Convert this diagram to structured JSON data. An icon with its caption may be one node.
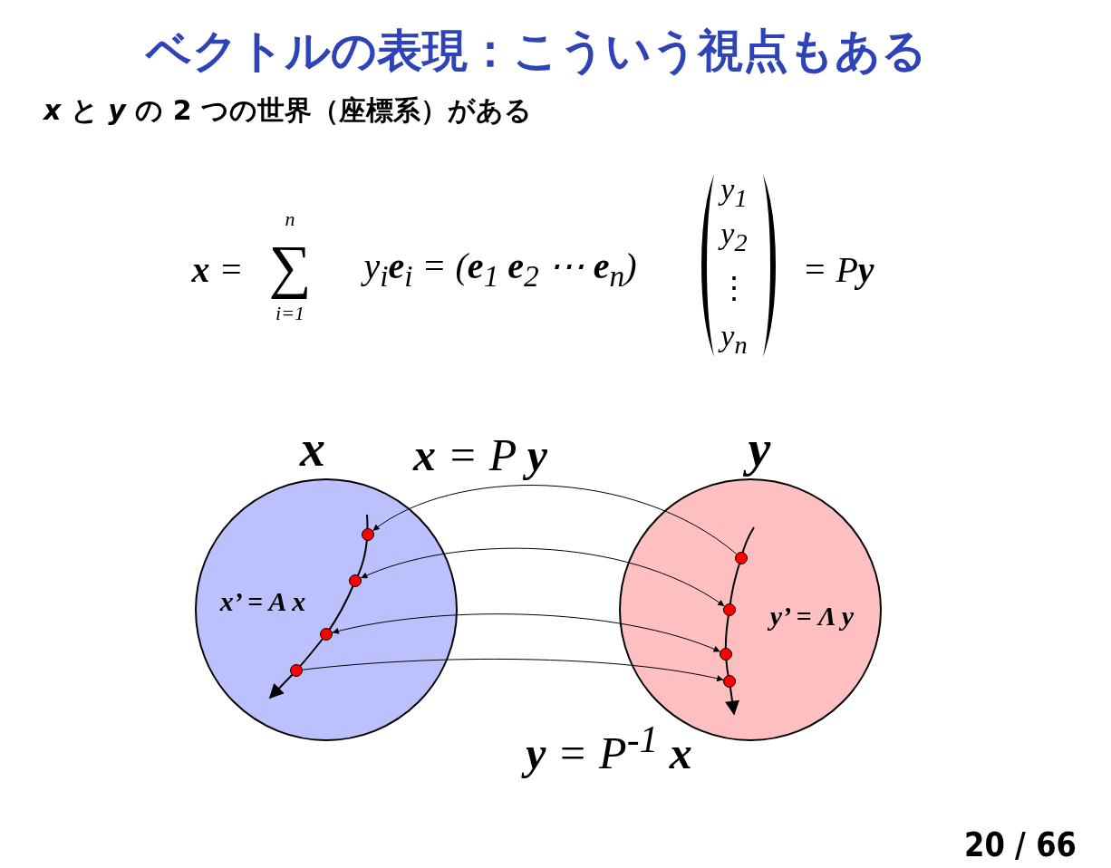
{
  "diagram": {
    "title": "ベクトルの表現：こういう視点もある",
    "caption": "*x* と *y* の 2 つの世界（座標系）がある",
    "nodes": [
      {
        "text": [
          "x",
          "x’ = A x"
        ]
      },
      {
        "text": [
          "y",
          "y’ = Λ y"
        ]
      },
      {
        "text": [],
        "shape": "circle",
        "in": 0
      },
      {
        "text": [],
        "shape": "circle",
        "in": 0
      },
      {
        "text": [],
        "shape": "circle",
        "in": 0
      },
      {
        "text": [],
        "shape": "circle",
        "in": 0
      },
      {
        "text": [],
        "shape": "circle",
        "in": 1
      },
      {
        "text": [],
        "shape": "circle",
        "in": 1
      },
      {
        "text": [],
        "shape": "circle",
        "in": 1
      },
      {
        "text": [],
        "shape": "circle",
        "in": 1
      }
    ],
    "edges": [
      {
        "from": 6,
        "to": 2,
        "arrow": "to"
      },
      {
        "from": 3,
        "to": 7,
        "arrow": "both"
      },
      {
        "from": 4,
        "to": 8,
        "arrow": "both"
      },
      {
        "from": 5,
        "to": 9,
        "arrow": "to"
      }
    ],
    "labels": [
      "**x** =",
      "n",
      "∑",
      "i=1",
      "y$_{i}$**e**$_{i}$ = (**e**$_{1}$ **e**$_{2}$ ⋯ **e**$_{n}$)",
      "y$_{1}$",
      "y$_{2}$",
      "⋮",
      "y$_{n}$",
      "= P**y**",
      "**x** = P **y**",
      "**y** = P$^{-1}$ **x**",
      "20 / 66"
    ]
  }
}
